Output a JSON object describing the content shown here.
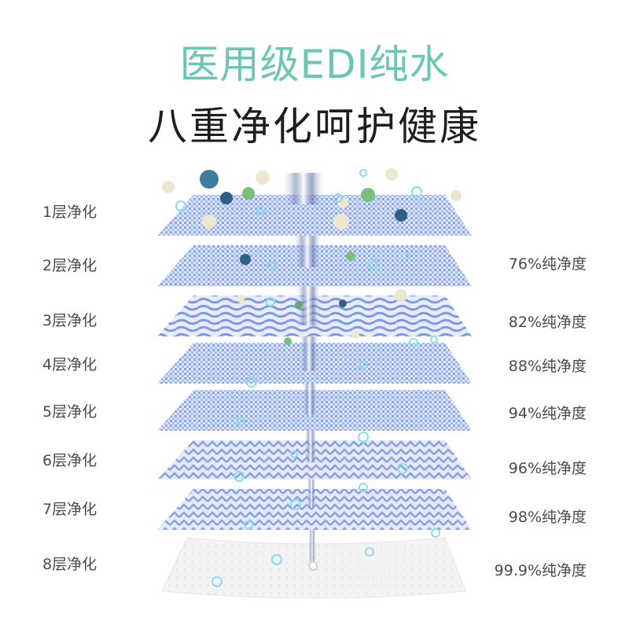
{
  "header": {
    "title": "医用级EDI纯水",
    "subtitle": "八重净化呵护健康"
  },
  "colors": {
    "title": "#6cc6b2",
    "text": "#1e1e1e",
    "label": "#4a4a4a",
    "mesh": "#8fa6e6",
    "mesh_light": "#c9d5f7",
    "bacteria_blue": "#3f7d9f",
    "bacteria_green": "#7cbf7a",
    "particle": "#ece8cf",
    "bubble": "#aee6f3"
  },
  "layers": [
    {
      "label": "1层净化",
      "purity": ""
    },
    {
      "label": "2层净化",
      "purity": "76%纯净度"
    },
    {
      "label": "3层净化",
      "purity": "82%纯净度"
    },
    {
      "label": "4层净化",
      "purity": "88%纯净度"
    },
    {
      "label": "5层净化",
      "purity": "94%纯净度"
    },
    {
      "label": "6层净化",
      "purity": "96%纯净度"
    },
    {
      "label": "7层净化",
      "purity": "98%纯净度"
    },
    {
      "label": "8层净化",
      "purity": "99.9%纯净度"
    }
  ]
}
